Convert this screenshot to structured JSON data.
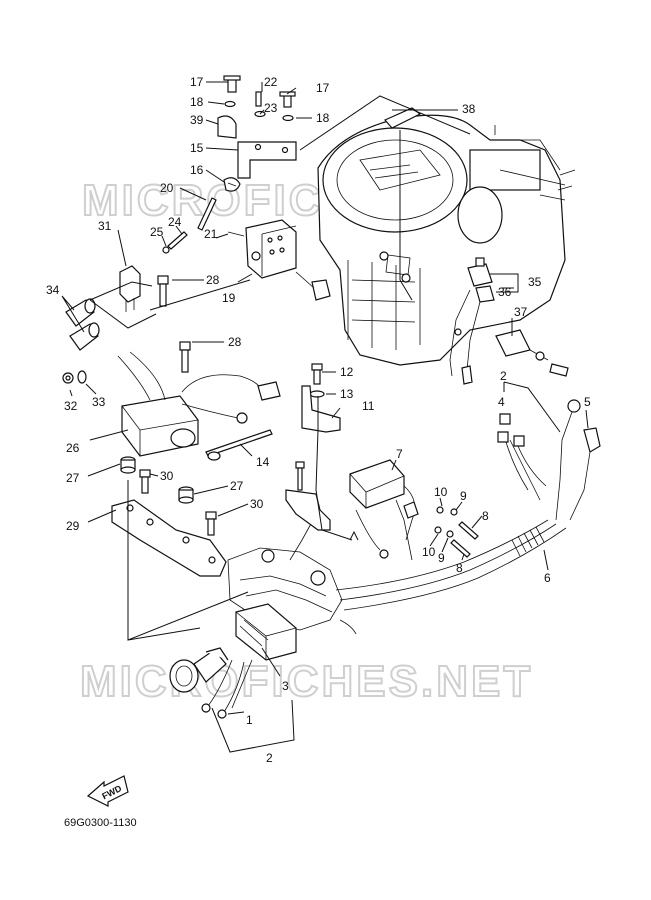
{
  "watermarks": [
    "MICROFICHES.NET",
    "MICROFICHES.NET"
  ],
  "diagram_code": "69G0300-1130",
  "fwd_label": "FWD",
  "callouts": [
    {
      "id": "c17a",
      "text": "17"
    },
    {
      "id": "c22",
      "text": "22"
    },
    {
      "id": "c17b",
      "text": "17"
    },
    {
      "id": "c18a",
      "text": "18"
    },
    {
      "id": "c23",
      "text": "23"
    },
    {
      "id": "c38",
      "text": "38"
    },
    {
      "id": "c39",
      "text": "39"
    },
    {
      "id": "c18b",
      "text": "18"
    },
    {
      "id": "c15",
      "text": "15"
    },
    {
      "id": "c16",
      "text": "16"
    },
    {
      "id": "c20",
      "text": "20"
    },
    {
      "id": "c31",
      "text": "31"
    },
    {
      "id": "c24",
      "text": "24"
    },
    {
      "id": "c25",
      "text": "25"
    },
    {
      "id": "c21",
      "text": "21"
    },
    {
      "id": "c28a",
      "text": "28"
    },
    {
      "id": "c19",
      "text": "19"
    },
    {
      "id": "c35",
      "text": "35"
    },
    {
      "id": "c36",
      "text": "36"
    },
    {
      "id": "c34",
      "text": "34"
    },
    {
      "id": "c37",
      "text": "37"
    },
    {
      "id": "c28b",
      "text": "28"
    },
    {
      "id": "c12",
      "text": "12"
    },
    {
      "id": "c2a",
      "text": "2"
    },
    {
      "id": "c13",
      "text": "13"
    },
    {
      "id": "c32",
      "text": "32"
    },
    {
      "id": "c33",
      "text": "33"
    },
    {
      "id": "c11",
      "text": "11"
    },
    {
      "id": "c4",
      "text": "4"
    },
    {
      "id": "c5",
      "text": "5"
    },
    {
      "id": "c26",
      "text": "26"
    },
    {
      "id": "c14",
      "text": "14"
    },
    {
      "id": "c7",
      "text": "7"
    },
    {
      "id": "c27a",
      "text": "27"
    },
    {
      "id": "c30a",
      "text": "30"
    },
    {
      "id": "c27b",
      "text": "27"
    },
    {
      "id": "c10a",
      "text": "10"
    },
    {
      "id": "c9a",
      "text": "9"
    },
    {
      "id": "c8a",
      "text": "8"
    },
    {
      "id": "c29",
      "text": "29"
    },
    {
      "id": "c30b",
      "text": "30"
    },
    {
      "id": "c10b",
      "text": "10"
    },
    {
      "id": "c9b",
      "text": "9"
    },
    {
      "id": "c8b",
      "text": "8"
    },
    {
      "id": "c6",
      "text": "6"
    },
    {
      "id": "c3",
      "text": "3"
    },
    {
      "id": "c1",
      "text": "1"
    },
    {
      "id": "c2b",
      "text": "2"
    }
  ]
}
